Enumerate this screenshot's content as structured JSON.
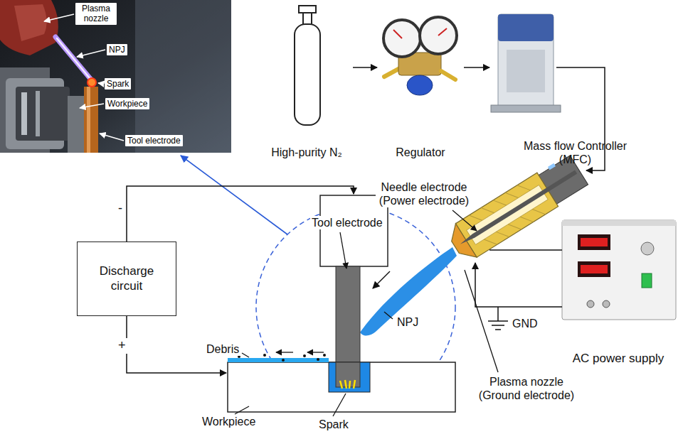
{
  "diagram": {
    "nodes": [
      {
        "text": [
          "High-purity N₂"
        ]
      },
      {
        "text": [
          "Regulator"
        ]
      },
      {
        "text": [
          "Mass flow Controller (MFC)"
        ]
      },
      {
        "text": [
          "Discharge circuit"
        ]
      },
      {
        "text": [
          "AC power supply"
        ]
      }
    ],
    "edges": [
      {
        "from": 0,
        "to": 1,
        "arrow": "to"
      },
      {
        "from": 1,
        "to": 2,
        "arrow": "to"
      }
    ],
    "labels": [
      "Plasma nozzle",
      "NPJ",
      "Spark",
      "Workpiece",
      "Tool electrode",
      "Needle electrode (Power electrode)",
      "Tool electrode",
      "-",
      "+",
      "Debris",
      "NPJ",
      "GND",
      "Plasma nozzle (Ground electrode)",
      "Workpiece",
      "Spark"
    ]
  }
}
